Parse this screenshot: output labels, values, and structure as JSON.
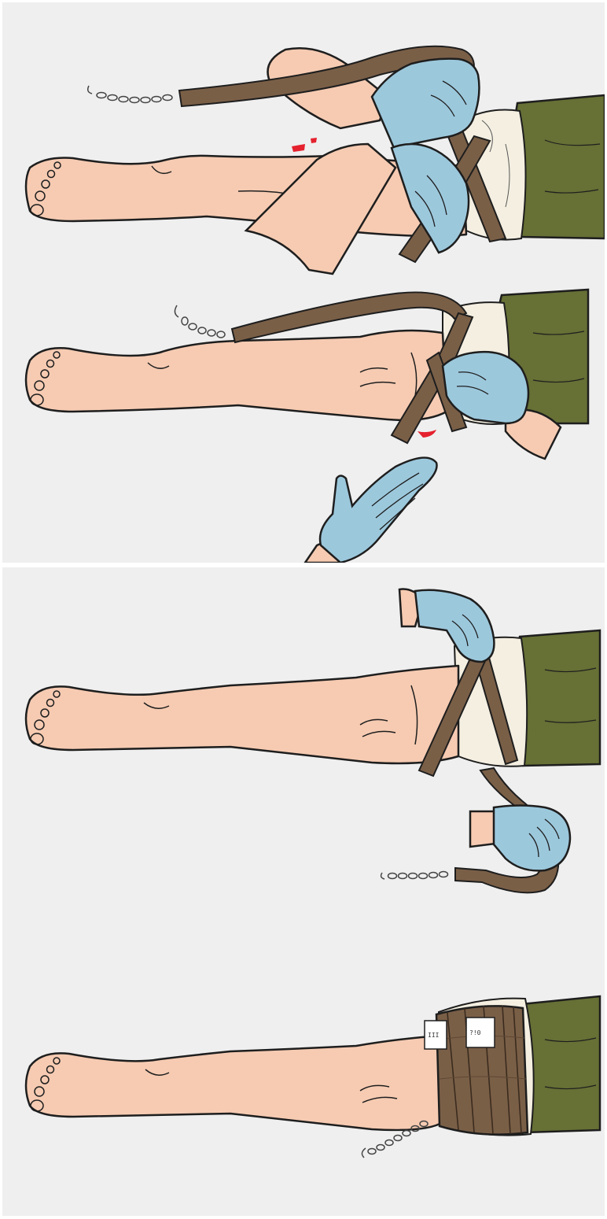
{
  "figure": {
    "panels": [
      {
        "steps": [
          "step-1",
          "step-2"
        ]
      },
      {
        "steps": [
          "step-3",
          "step-4"
        ]
      }
    ]
  },
  "tag_marks": {
    "left": "III",
    "right": "?!0"
  },
  "colors": {
    "background": "#efefef",
    "skin": "#f6cbb2",
    "skin_shadow": "#e9b59b",
    "glove": "#9cc8dc",
    "strap": "#7a5f47",
    "strap_dark": "#5e4733",
    "trousers": "#677035",
    "padding": "#f4efe1",
    "chain": "#444444",
    "blood": "#e5212e",
    "outline": "#1e1e1e"
  },
  "icons": [
    "gloved-hand-icon",
    "chain-buckle-icon",
    "tourniquet-strap-icon",
    "bandaged-leg-icon"
  ]
}
